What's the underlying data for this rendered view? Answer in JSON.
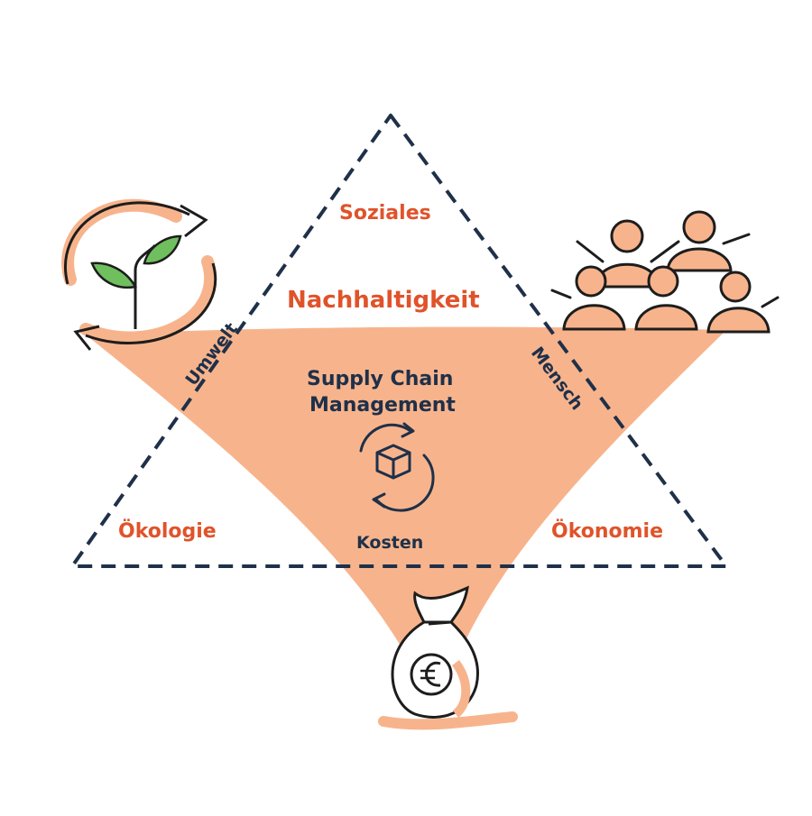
{
  "labels": {
    "top": "Soziales",
    "center_title": "Nachhaltigkeit",
    "scm_line1": "Supply Chain",
    "scm_line2": "Management",
    "left_side": "Umwelt",
    "right_side": "Mensch",
    "bottom_left": "Ökologie",
    "bottom_right": "Ökonomie",
    "bottom_center": "Kosten"
  },
  "colors": {
    "accent": "#e0532a",
    "fill": "#f7b48c",
    "outline": "#1f3049",
    "leaf": "#6fbf5e"
  },
  "icons": [
    "recycle-plant-icon",
    "people-group-icon",
    "box-cycle-icon",
    "money-bag-euro-icon"
  ]
}
